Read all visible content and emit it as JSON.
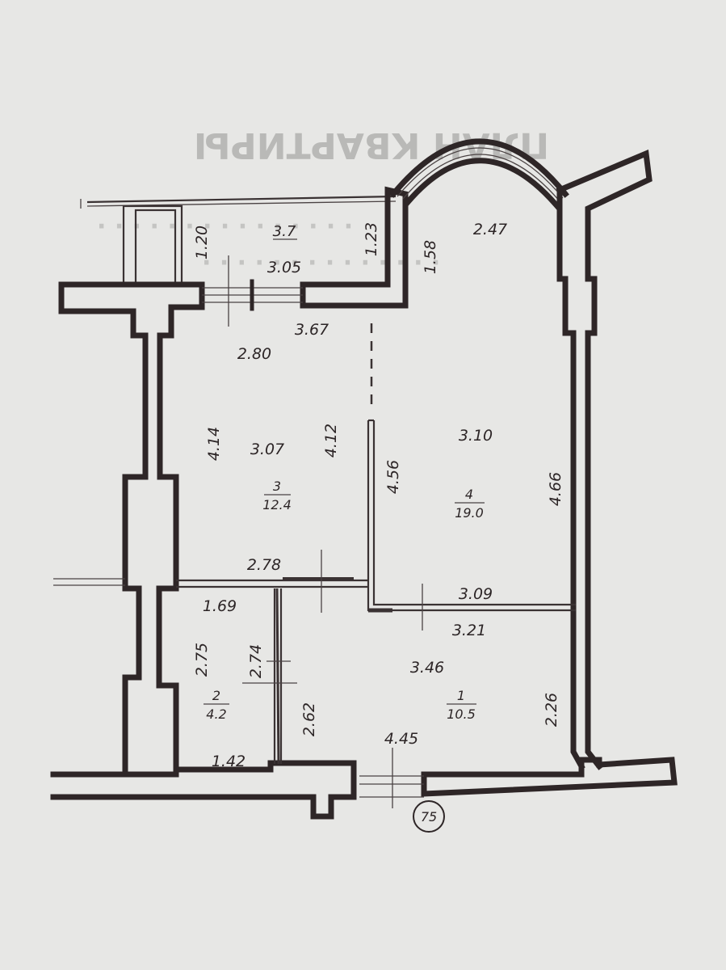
{
  "diagram": {
    "stair_marker": "75",
    "rooms": [
      {
        "id": "room-1",
        "number": "1",
        "area": "10.5"
      },
      {
        "id": "room-2",
        "number": "2",
        "area": "4.2"
      },
      {
        "id": "room-3",
        "number": "3",
        "area": "12.4"
      },
      {
        "id": "room-4",
        "number": "4",
        "area": "19.0"
      },
      {
        "id": "balcony",
        "area": "3.7"
      }
    ],
    "dimensions": {
      "balcony_height": "1.20",
      "balcony_width": "3.05",
      "balcony_right_height": "1.23",
      "bay_depth": "1.58",
      "bay_width": "2.47",
      "room3_top_outer": "3.67",
      "room3_top": "2.80",
      "room3_left": "4.14",
      "room3_width": "3.07",
      "room3_right": "4.12",
      "room3_bottom": "2.78",
      "room4_width": "3.10",
      "room4_left": "4.56",
      "room4_right": "4.66",
      "room4_bottom_inner": "3.09",
      "room4_bottom_outer": "3.21",
      "room2_width": "1.69",
      "room2_left": "2.75",
      "room2_right": "2.74",
      "room2_bottom": "1.42",
      "room1_width": "3.46",
      "room1_left": "2.62",
      "room1_right": "2.26",
      "room1_bottom": "4.45"
    }
  }
}
